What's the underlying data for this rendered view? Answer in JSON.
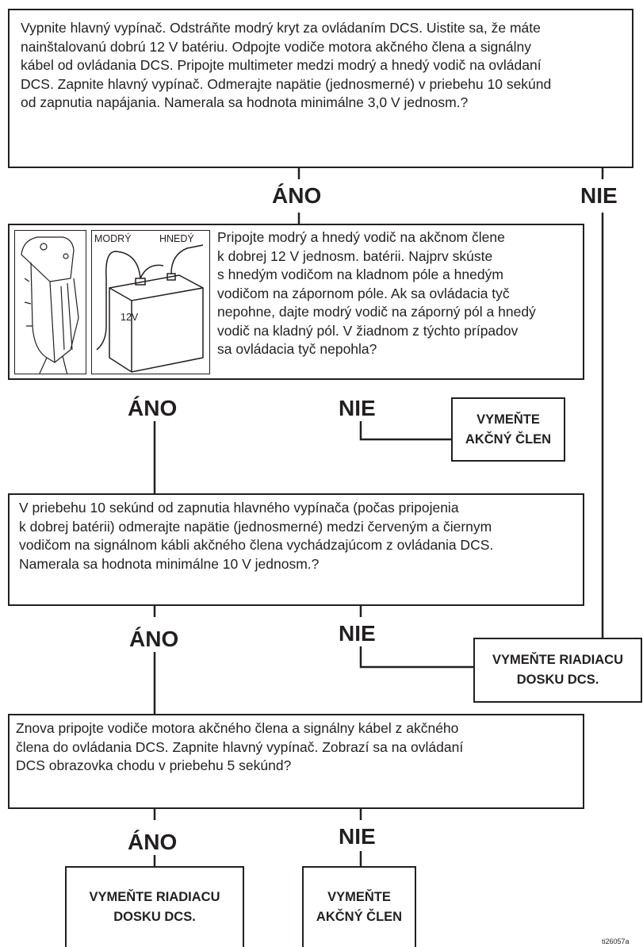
{
  "steps": {
    "q1": "Vypnite hlavný vypínač. Odstráňte modrý kryt za ovládaním DCS. Uistite sa, že máte\nnainštalovanú dobrú 12 V batériu. Odpojte vodiče motora akčného člena a signálny\nkábel od ovládania DCS. Pripojte multimeter medzi modrý a hnedý vodič na ovládaní\nDCS. Zapnite hlavný vypínač. Odmerajte napätie (jednosmerné) v priebehu 10 sekúnd\nod zapnutia napájania. Namerala sa hodnota minimálne 3,0 V jednosm.?",
    "q2": "Pripojte modrý a hnedý vodič na akčnom člene\nk dobrej 12 V jednosm. batérii. Najprv skúste\ns hnedým vodičom na kladnom póle a hnedým\nvodičom na zápornom póle. Ak sa ovládacia tyč\nnepohne, dajte modrý vodič na záporný pól a hnedý\nvodič na kladný pól. V žiadnom z týchto prípadov\nsa ovládacia tyč nepohla?",
    "q3": "V priebehu 10 sekúnd od zapnutia hlavného vypínača (počas pripojenia\nk dobrej batérii) odmerajte napätie (jednosmerné) medzi červeným a čiernym\nvodičom na signálnom kábli akčného člena vychádzajúcom z ovládania DCS.\nNamerala sa hodnota minimálne 10 V jednosm.?",
    "q4": "Znova pripojte vodiče motora akčného člena a signálny kábel z akčného\nčlena do ovládania DCS. Zapnite hlavný vypínač. Zobrazí sa na ovládaní\nDCS obrazovka chodu v priebehu 5 sekúnd?"
  },
  "labels": {
    "yes": "ÁNO",
    "no": "NIE"
  },
  "actions": {
    "replace_actuator_1": "VYMEŇTE\nAKČNÝ ČLEN",
    "replace_board_1": "VYMEŇTE RIADIACU\nDOSKU DCS.",
    "replace_board_2": "VYMEŇTE RIADIACU\nDOSKU DCS.",
    "replace_actuator_2": "VYMEŇTE\nAKČNÝ ČLEN"
  },
  "illustration": {
    "wire_blue": "MODRÝ",
    "wire_brown": "HNEDÝ",
    "battery": "12V"
  },
  "figure_id": "ti26057a"
}
